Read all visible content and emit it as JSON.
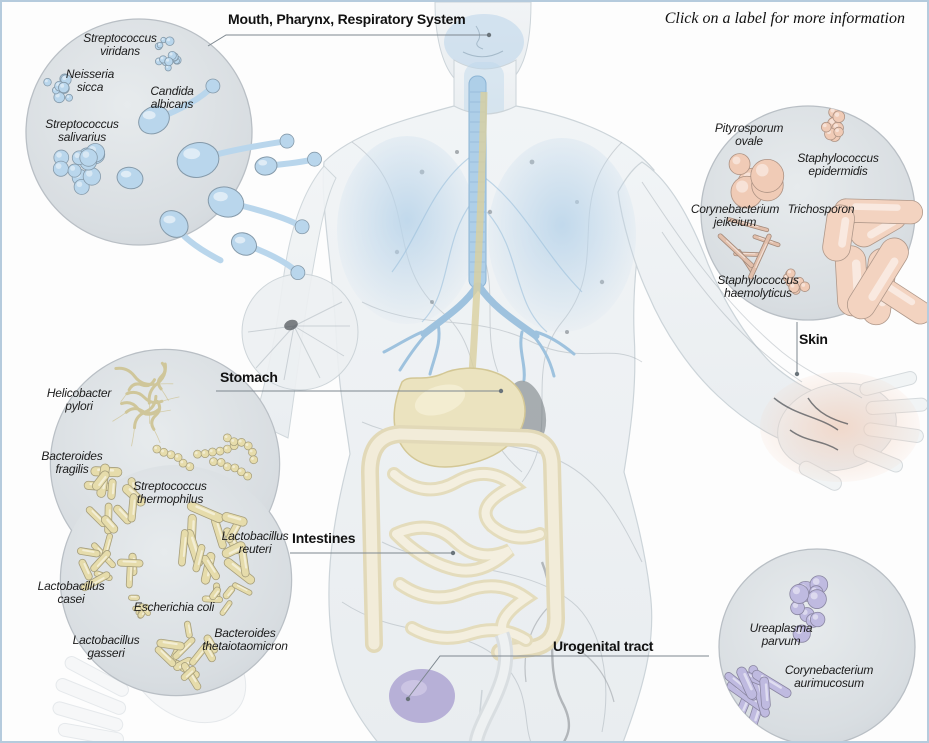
{
  "instruction": {
    "text": "Click on a label for more information"
  },
  "regions": {
    "mouth_pharynx_respiratory": {
      "label": "Mouth, Pharynx, Respiratory System",
      "species": {
        "streptococcus_viridans": "Streptococcus\nviridans",
        "neisseria_sicca": "Neisseria\nsicca",
        "candida_albicans": "Candida\nalbicans",
        "streptococcus_salivarius": "Streptococcus\nsalivarius"
      }
    },
    "skin": {
      "label": "Skin",
      "species": {
        "pityrosporum_ovale": "Pityrosporum\novale",
        "staphylococcus_epidermidis": "Staphylococcus\nepidermidis",
        "corynebacterium_jeikeium": "Corynebacterium\njeikeium",
        "trichosporon": "Trichosporon",
        "staphylococcus_haemolyticus": "Staphylococcus\nhaemolyticus"
      }
    },
    "stomach": {
      "label": "Stomach",
      "species": {
        "helicobacter_pylori": "Helicobacter\npylori",
        "bacteroides_fragilis": "Bacteroides\nfragilis",
        "streptococcus_thermophilus": "Streptococcus\nthermophilus"
      }
    },
    "intestines": {
      "label": "Intestines",
      "species": {
        "lactobacillus_reuteri": "Lactobacillus\nreuteri",
        "lactobacillus_casei": "Lactobacillus\ncasei",
        "escherichia_coli": "Escherichia coli",
        "lactobacillus_gasseri": "Lactobacillus\ngasseri",
        "bacteroides_thetaiotaomicron": "Bacteroides\nthetaiotaomicron"
      }
    },
    "urogenital_tract": {
      "label": "Urogenital tract",
      "species": {
        "ureaplasma_parvum": "Ureaplasma\nparvum",
        "corynebacterium_aurimucosum": "Corynebacterium\naurimucosum"
      }
    }
  },
  "colors": {
    "frame_border": "#b5cbdd",
    "inset_circle_fill": "#d8dde1",
    "oral_bacteria": "#b9d6ec",
    "skin_bacteria": "#f0cbb6",
    "gut_bacteria": "#e6dcab",
    "urogenital_bacteria": "#bfbae0",
    "respiratory_highlight": "#b9d4ea",
    "digestive_highlight": "#ece4c0",
    "bladder_highlight": "#b1a9d4"
  }
}
